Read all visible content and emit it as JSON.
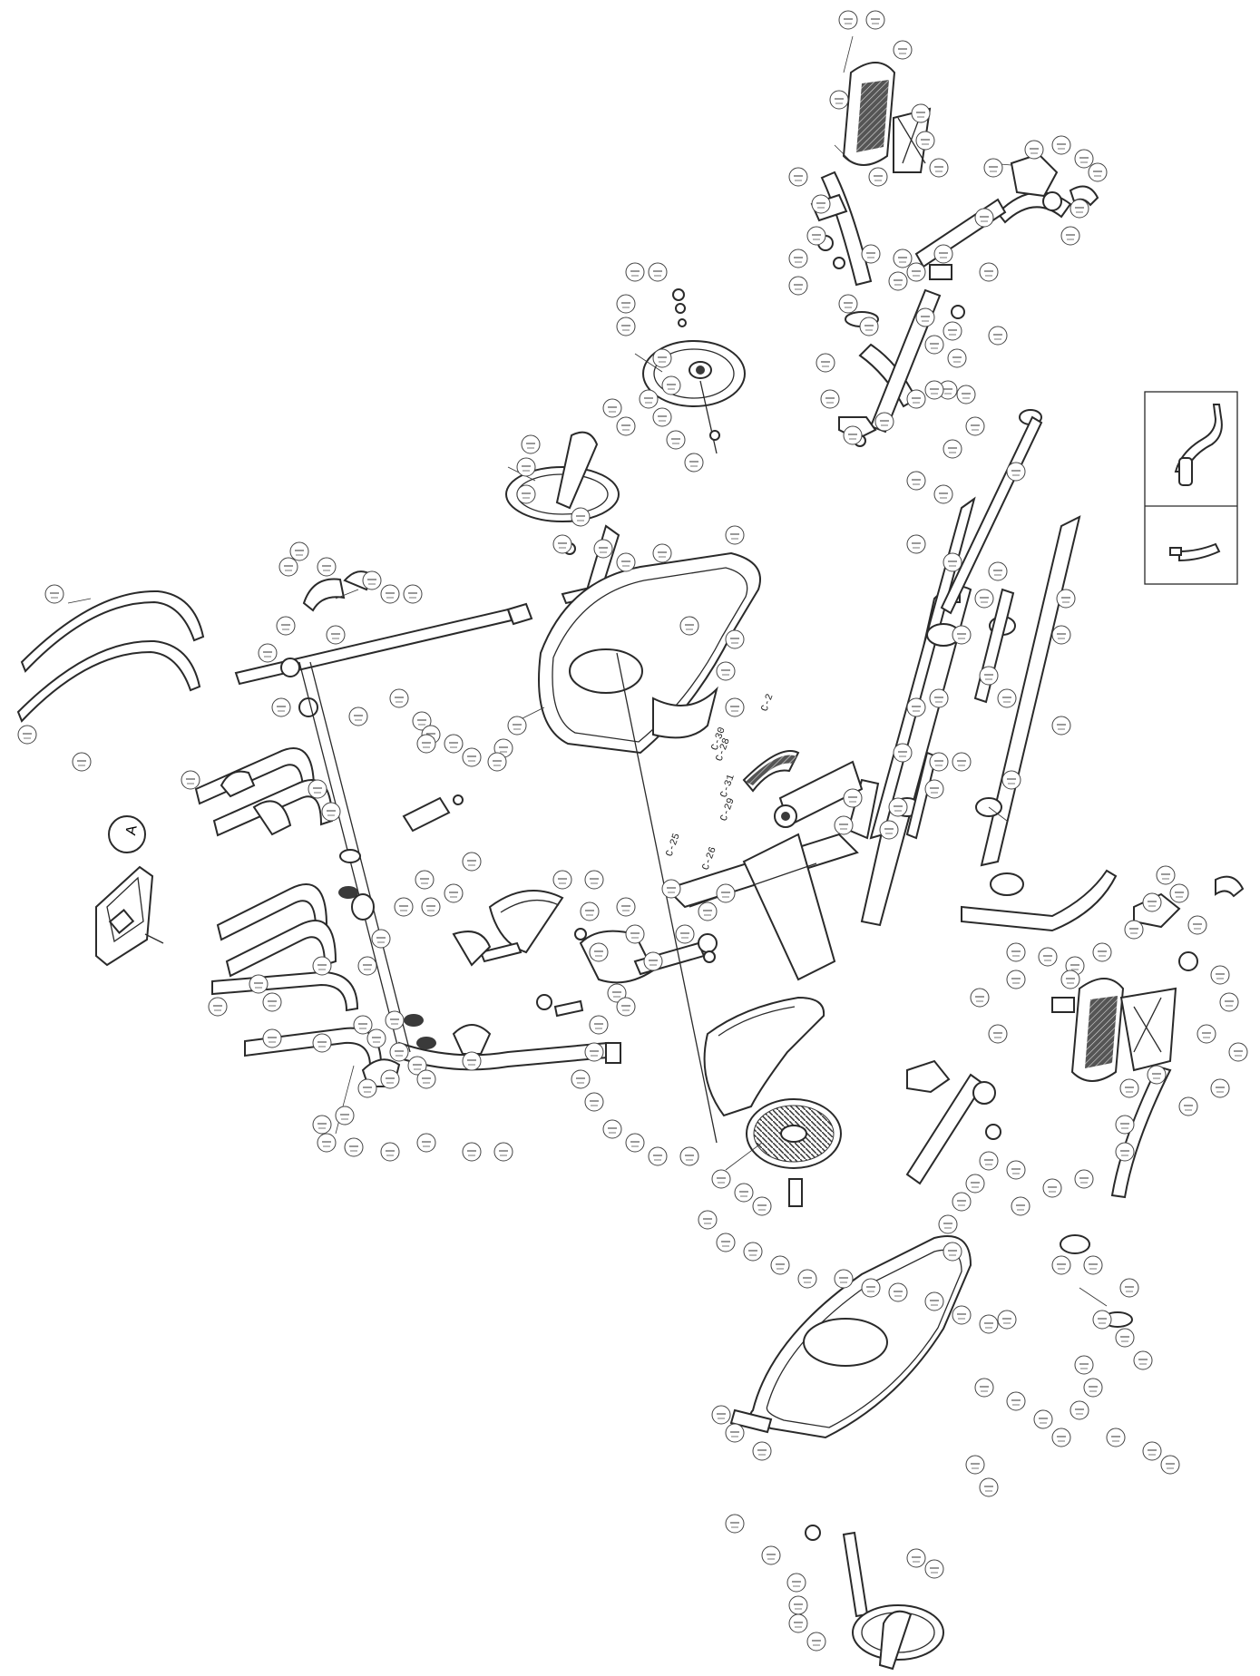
{
  "diagram": {
    "callout_label": "A",
    "hardware_tags": [
      "C-2",
      "C-25",
      "C-26",
      "C-28",
      "C-29",
      "C-30",
      "C-31"
    ]
  }
}
